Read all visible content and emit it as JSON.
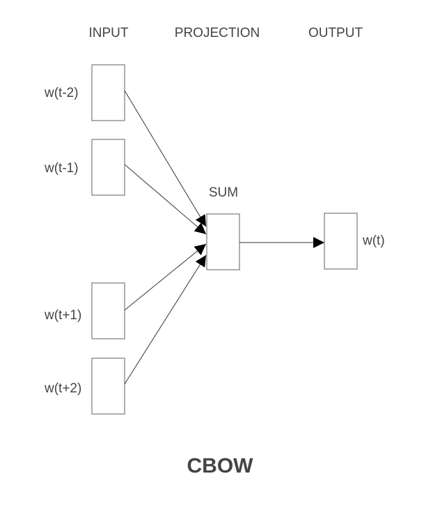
{
  "columns": {
    "input": "INPUT",
    "projection": "PROJECTION",
    "output": "OUTPUT"
  },
  "inputs": [
    "w(t-2)",
    "w(t-1)",
    "w(t+1)",
    "w(t+2)"
  ],
  "sum_label": "SUM",
  "output_label": "w(t)",
  "title": "CBOW"
}
